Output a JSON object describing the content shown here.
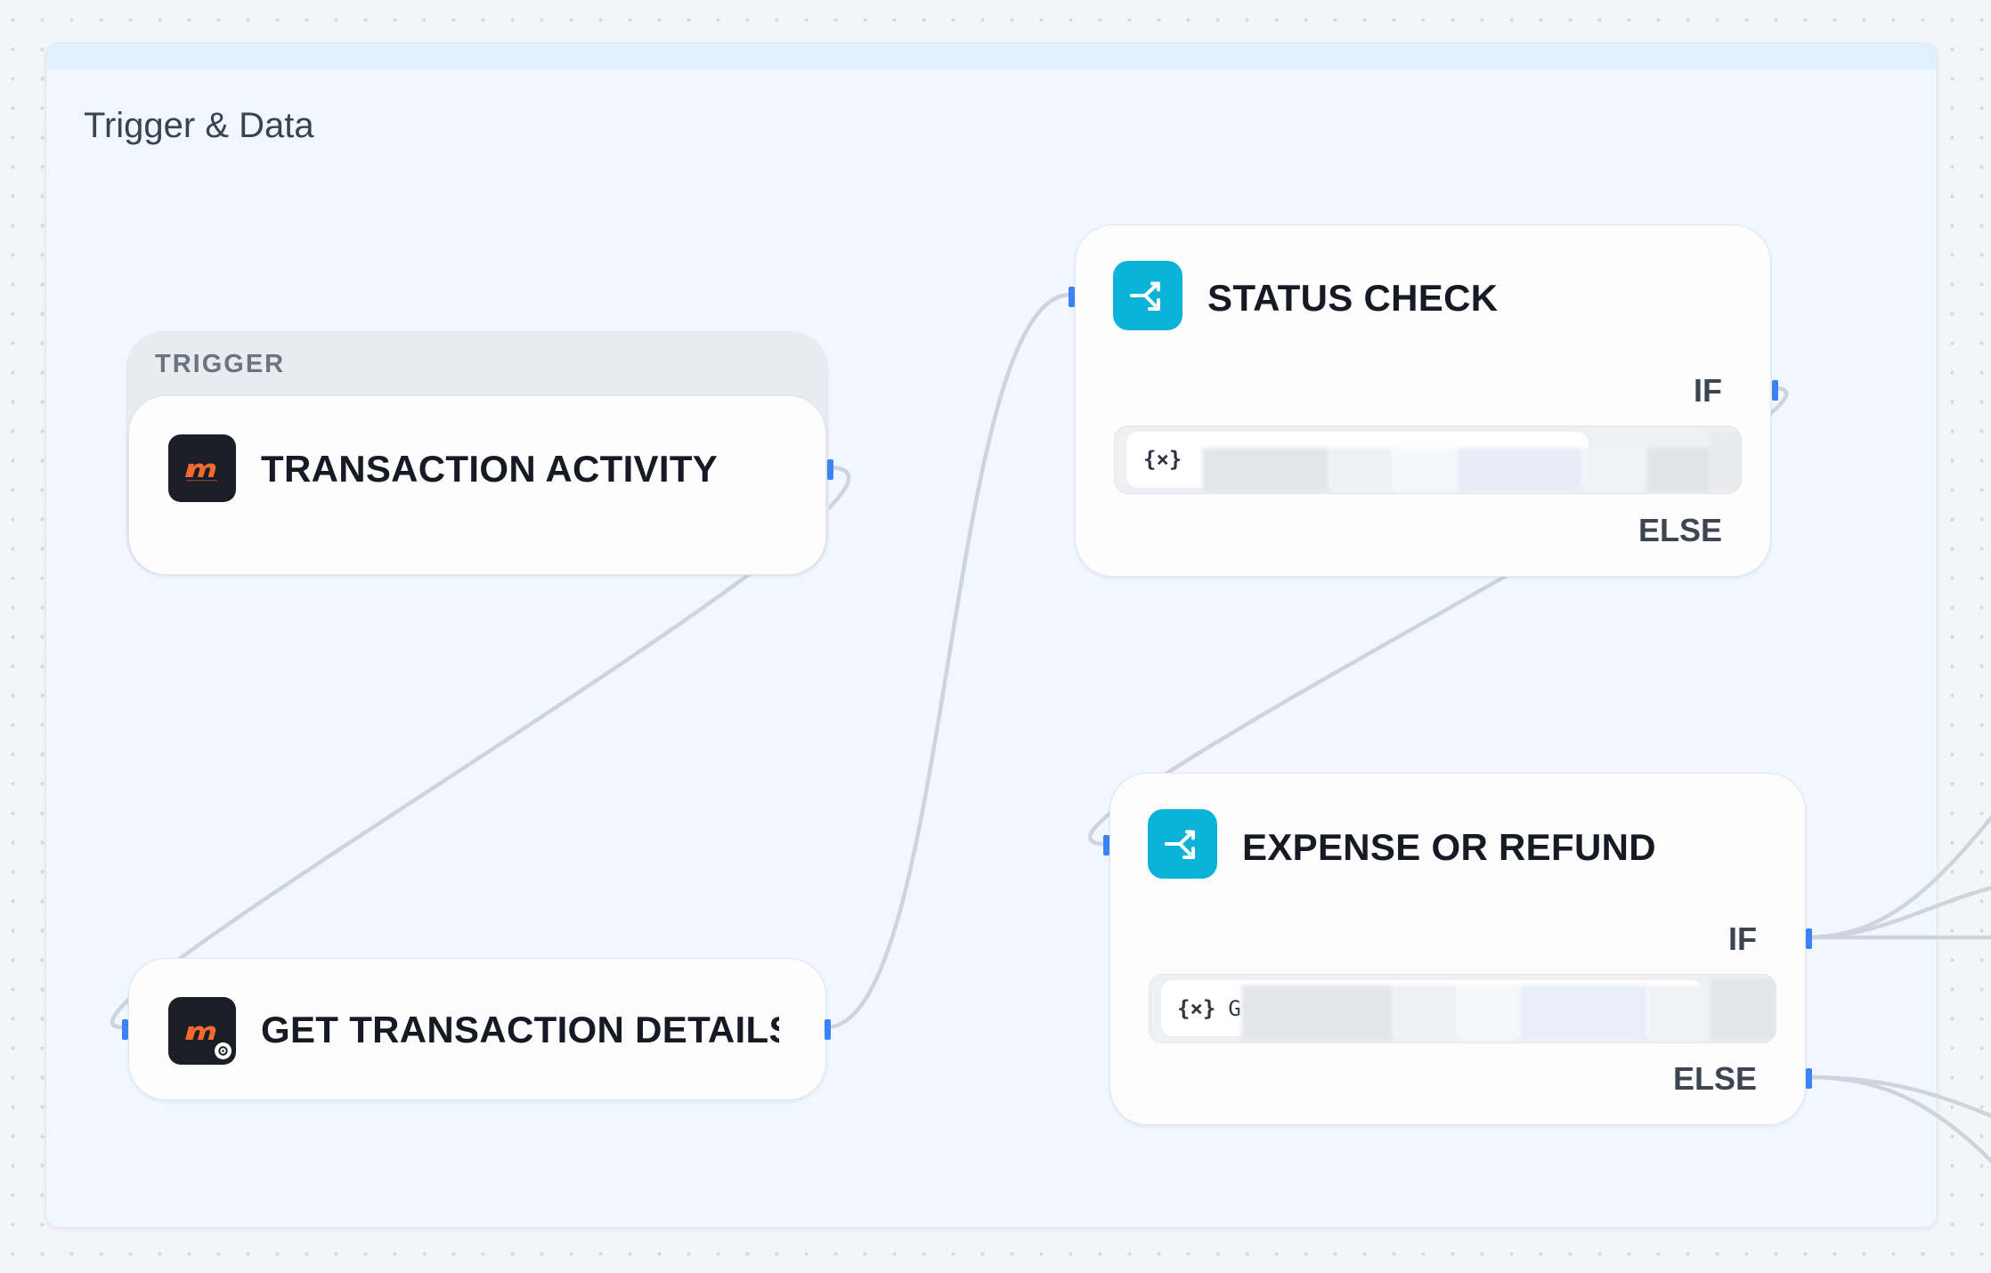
{
  "colors": {
    "canvas_background": "#f4f5f7",
    "group_background": "#f0f7ff",
    "group_header": "#e0f0fd",
    "handle": "#3b82f6",
    "edge": "#cdd4dd",
    "condition_icon": "#0bb3d9",
    "app_icon_background": "#1b1e27",
    "app_icon_mark": "#f26a2e"
  },
  "group": {
    "title": "Trigger & Data"
  },
  "trigger": {
    "badge": "TRIGGER",
    "title": "TRANSACTION ACTIVITY",
    "icon": "app-logo-icon"
  },
  "action": {
    "title": "GET TRANSACTION DETAILS",
    "icon": "app-logo-icon",
    "badge_icon": "gear-icon"
  },
  "conditions": [
    {
      "title": "STATUS CHECK",
      "icon": "branch-icon",
      "if_label": "IF",
      "else_label": "ELSE",
      "expression": {
        "variable_icon": "{×}"
      }
    },
    {
      "title": "EXPENSE OR REFUND",
      "icon": "branch-icon",
      "if_label": "IF",
      "else_label": "ELSE",
      "expression": {
        "variable_icon": "{×}",
        "text": "G"
      }
    }
  ]
}
